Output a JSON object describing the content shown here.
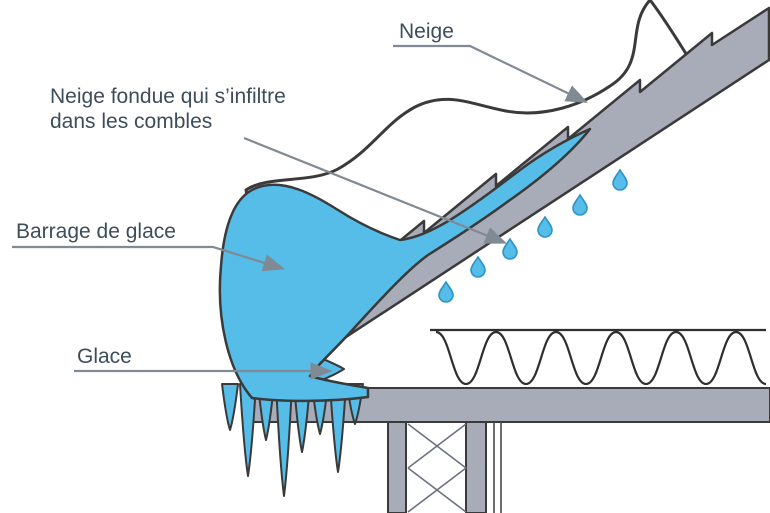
{
  "diagram": {
    "labels": {
      "snow": "Neige",
      "melt_line1": "Neige fondue qui s’infiltre",
      "melt_line2": "dans les combles",
      "ice_dam": "Barrage de glace",
      "ice": "Glace"
    }
  },
  "colors": {
    "ice_blue": "#55bde8",
    "roof_gray": "#a8acb8",
    "outline": "#3a3a3a",
    "label_text": "#3e4d5b",
    "leader_gray": "#808a94",
    "background": "#ffffff"
  }
}
